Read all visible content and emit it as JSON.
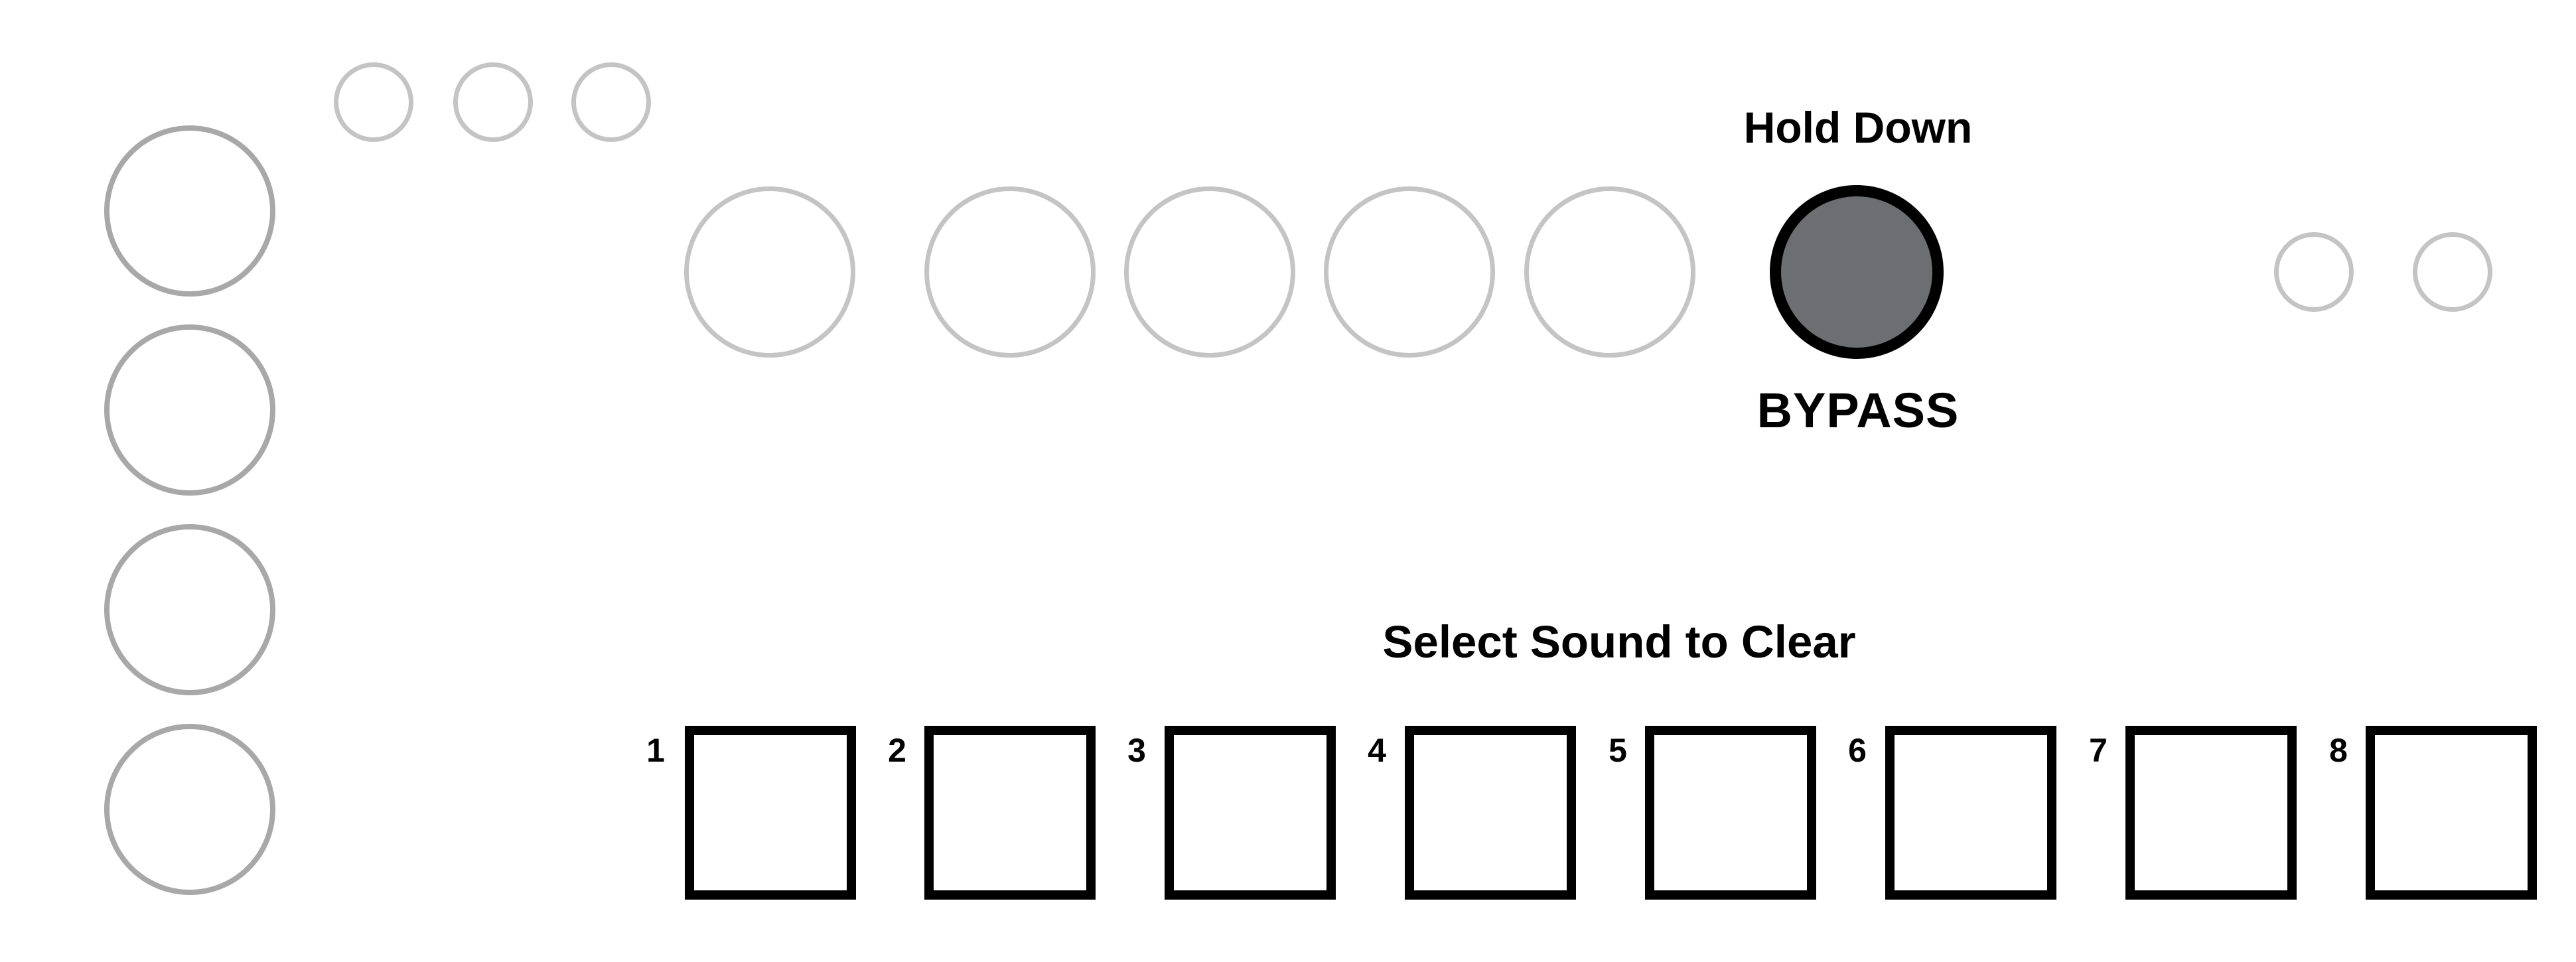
{
  "bypass": {
    "hold_label": "Hold Down",
    "button_label": "BYPASS"
  },
  "clear": {
    "title": "Select Sound to Clear",
    "pads": [
      {
        "number": "1"
      },
      {
        "number": "2"
      },
      {
        "number": "3"
      },
      {
        "number": "4"
      },
      {
        "number": "5"
      },
      {
        "number": "6"
      },
      {
        "number": "7"
      },
      {
        "number": "8"
      }
    ]
  },
  "colors": {
    "bypass_fill": "#6d6e71",
    "ring_outline": "#c4c4c4",
    "ring_outline_dark": "#a8a8a8",
    "pad_border": "#000000"
  }
}
